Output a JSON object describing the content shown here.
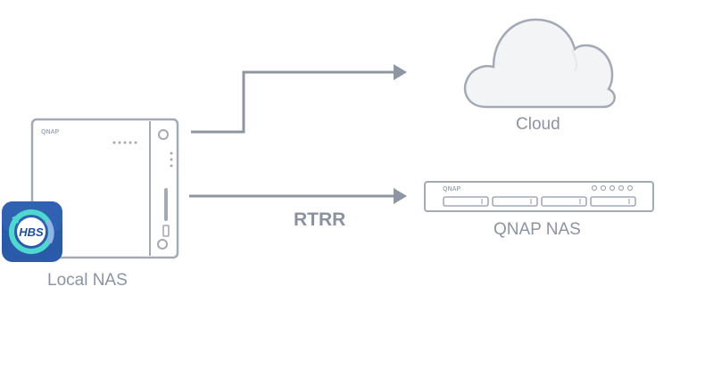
{
  "nodes": {
    "cloud": {
      "label": "Cloud"
    },
    "remote_nas": {
      "label": "QNAP NAS",
      "brand": "QNAP"
    },
    "local_nas": {
      "label": "Local NAS",
      "brand": "QNAP"
    }
  },
  "edges": {
    "local_to_nas": {
      "label": "RTRR"
    }
  },
  "app_icon": {
    "text": "HBS",
    "name": "hybrid-backup-sync-icon"
  },
  "colors": {
    "stroke": "#a3a9b5",
    "arrow": "#8e95a3",
    "label": "#8c93a3",
    "cloud_fill": "#f3f4f6",
    "icon_bg": "#2b5ba8",
    "icon_ring": "#4fd8d0"
  }
}
